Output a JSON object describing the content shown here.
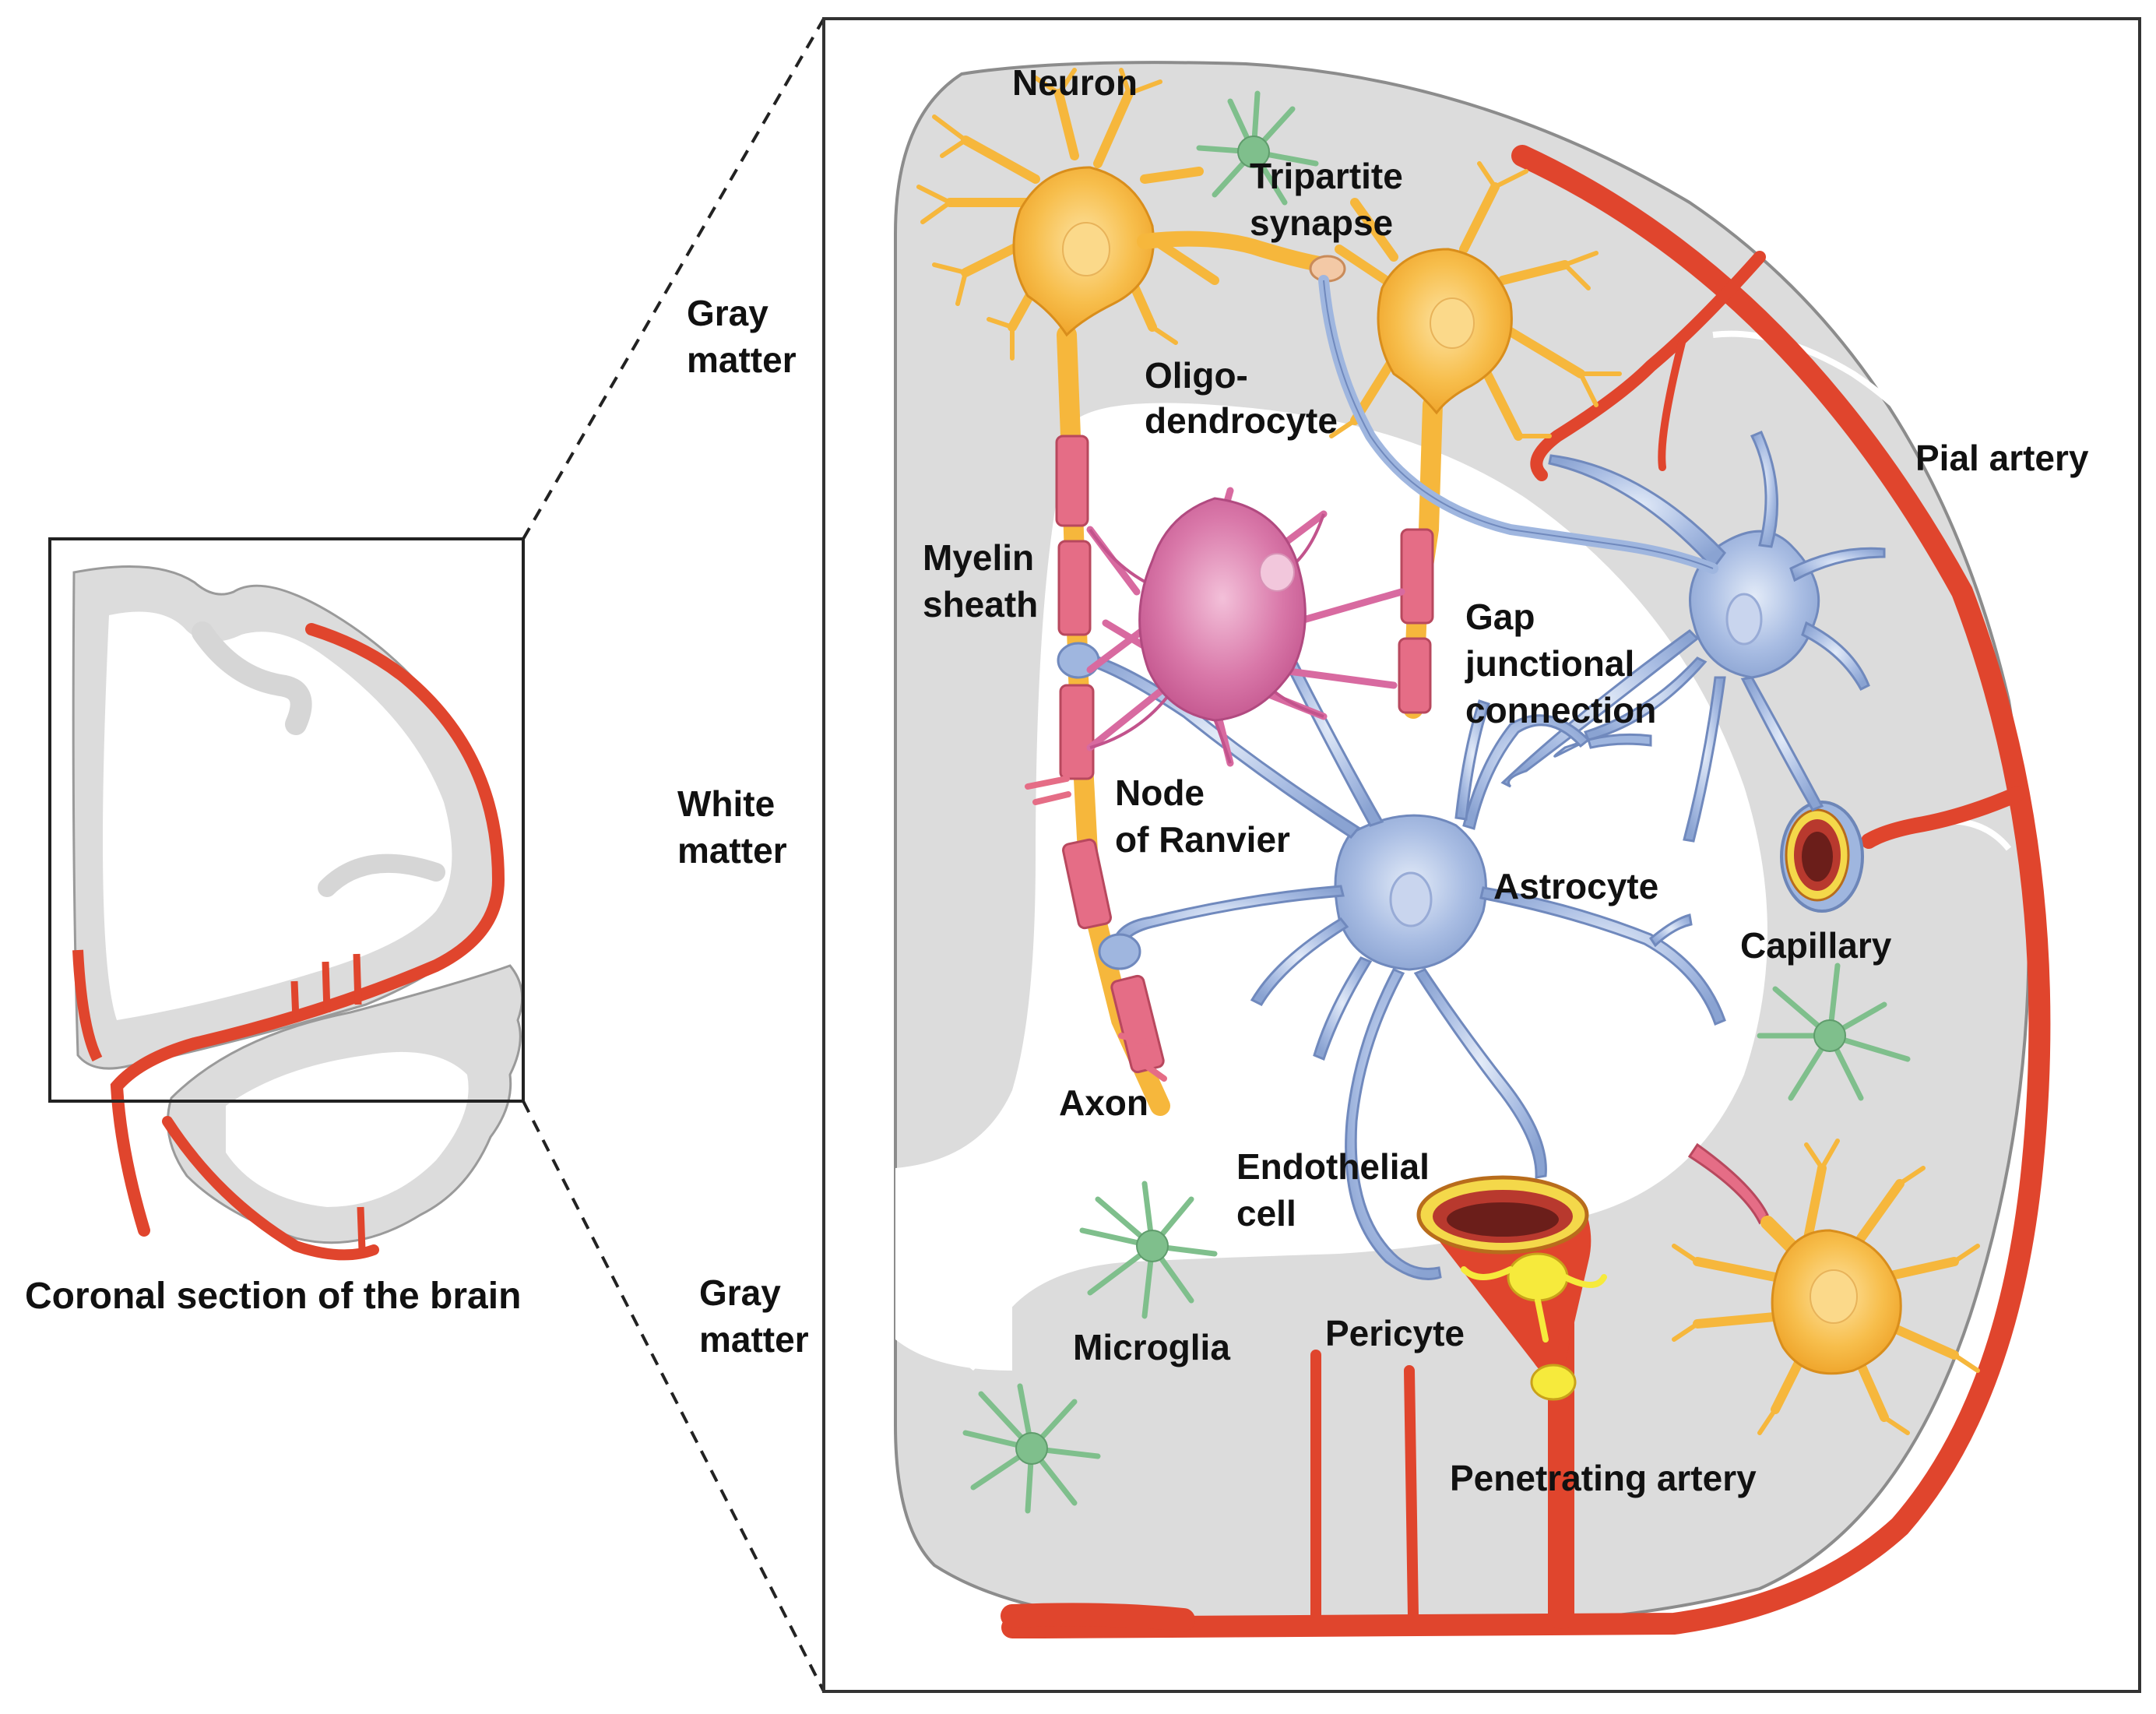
{
  "labels": {
    "coronal": "Coronal section of the brain",
    "gray_top": [
      "Gray",
      "matter"
    ],
    "white": [
      "White",
      "matter"
    ],
    "gray_bottom": [
      "Gray",
      "matter"
    ],
    "neuron": "Neuron",
    "tripartite": [
      "Tripartite",
      "synapse"
    ],
    "oligo": [
      "Oligo-",
      "dendrocyte"
    ],
    "pial_artery": "Pial artery",
    "myelin": [
      "Myelin",
      "sheath"
    ],
    "gap": [
      "Gap",
      "junctional",
      "connection"
    ],
    "node": [
      "Node",
      "of Ranvier"
    ],
    "astrocyte": "Astrocyte",
    "capillary": "Capillary",
    "axon": "Axon",
    "endothelial": [
      "Endothelial",
      "cell"
    ],
    "microglia": "Microglia",
    "pericyte": "Pericyte",
    "penetrating": "Penetrating artery"
  },
  "colors": {
    "gray_matter": "#dcdcdc",
    "white_matter": "#ffffff",
    "artery": "#e0452d",
    "neuron": "#f6b73c",
    "oligodendrocyte": "#d86aa0",
    "astrocyte": "#9fb6df",
    "myelin": "#e56d86",
    "microglia": "#7fbf8c",
    "pericyte": "#f3e43a"
  }
}
